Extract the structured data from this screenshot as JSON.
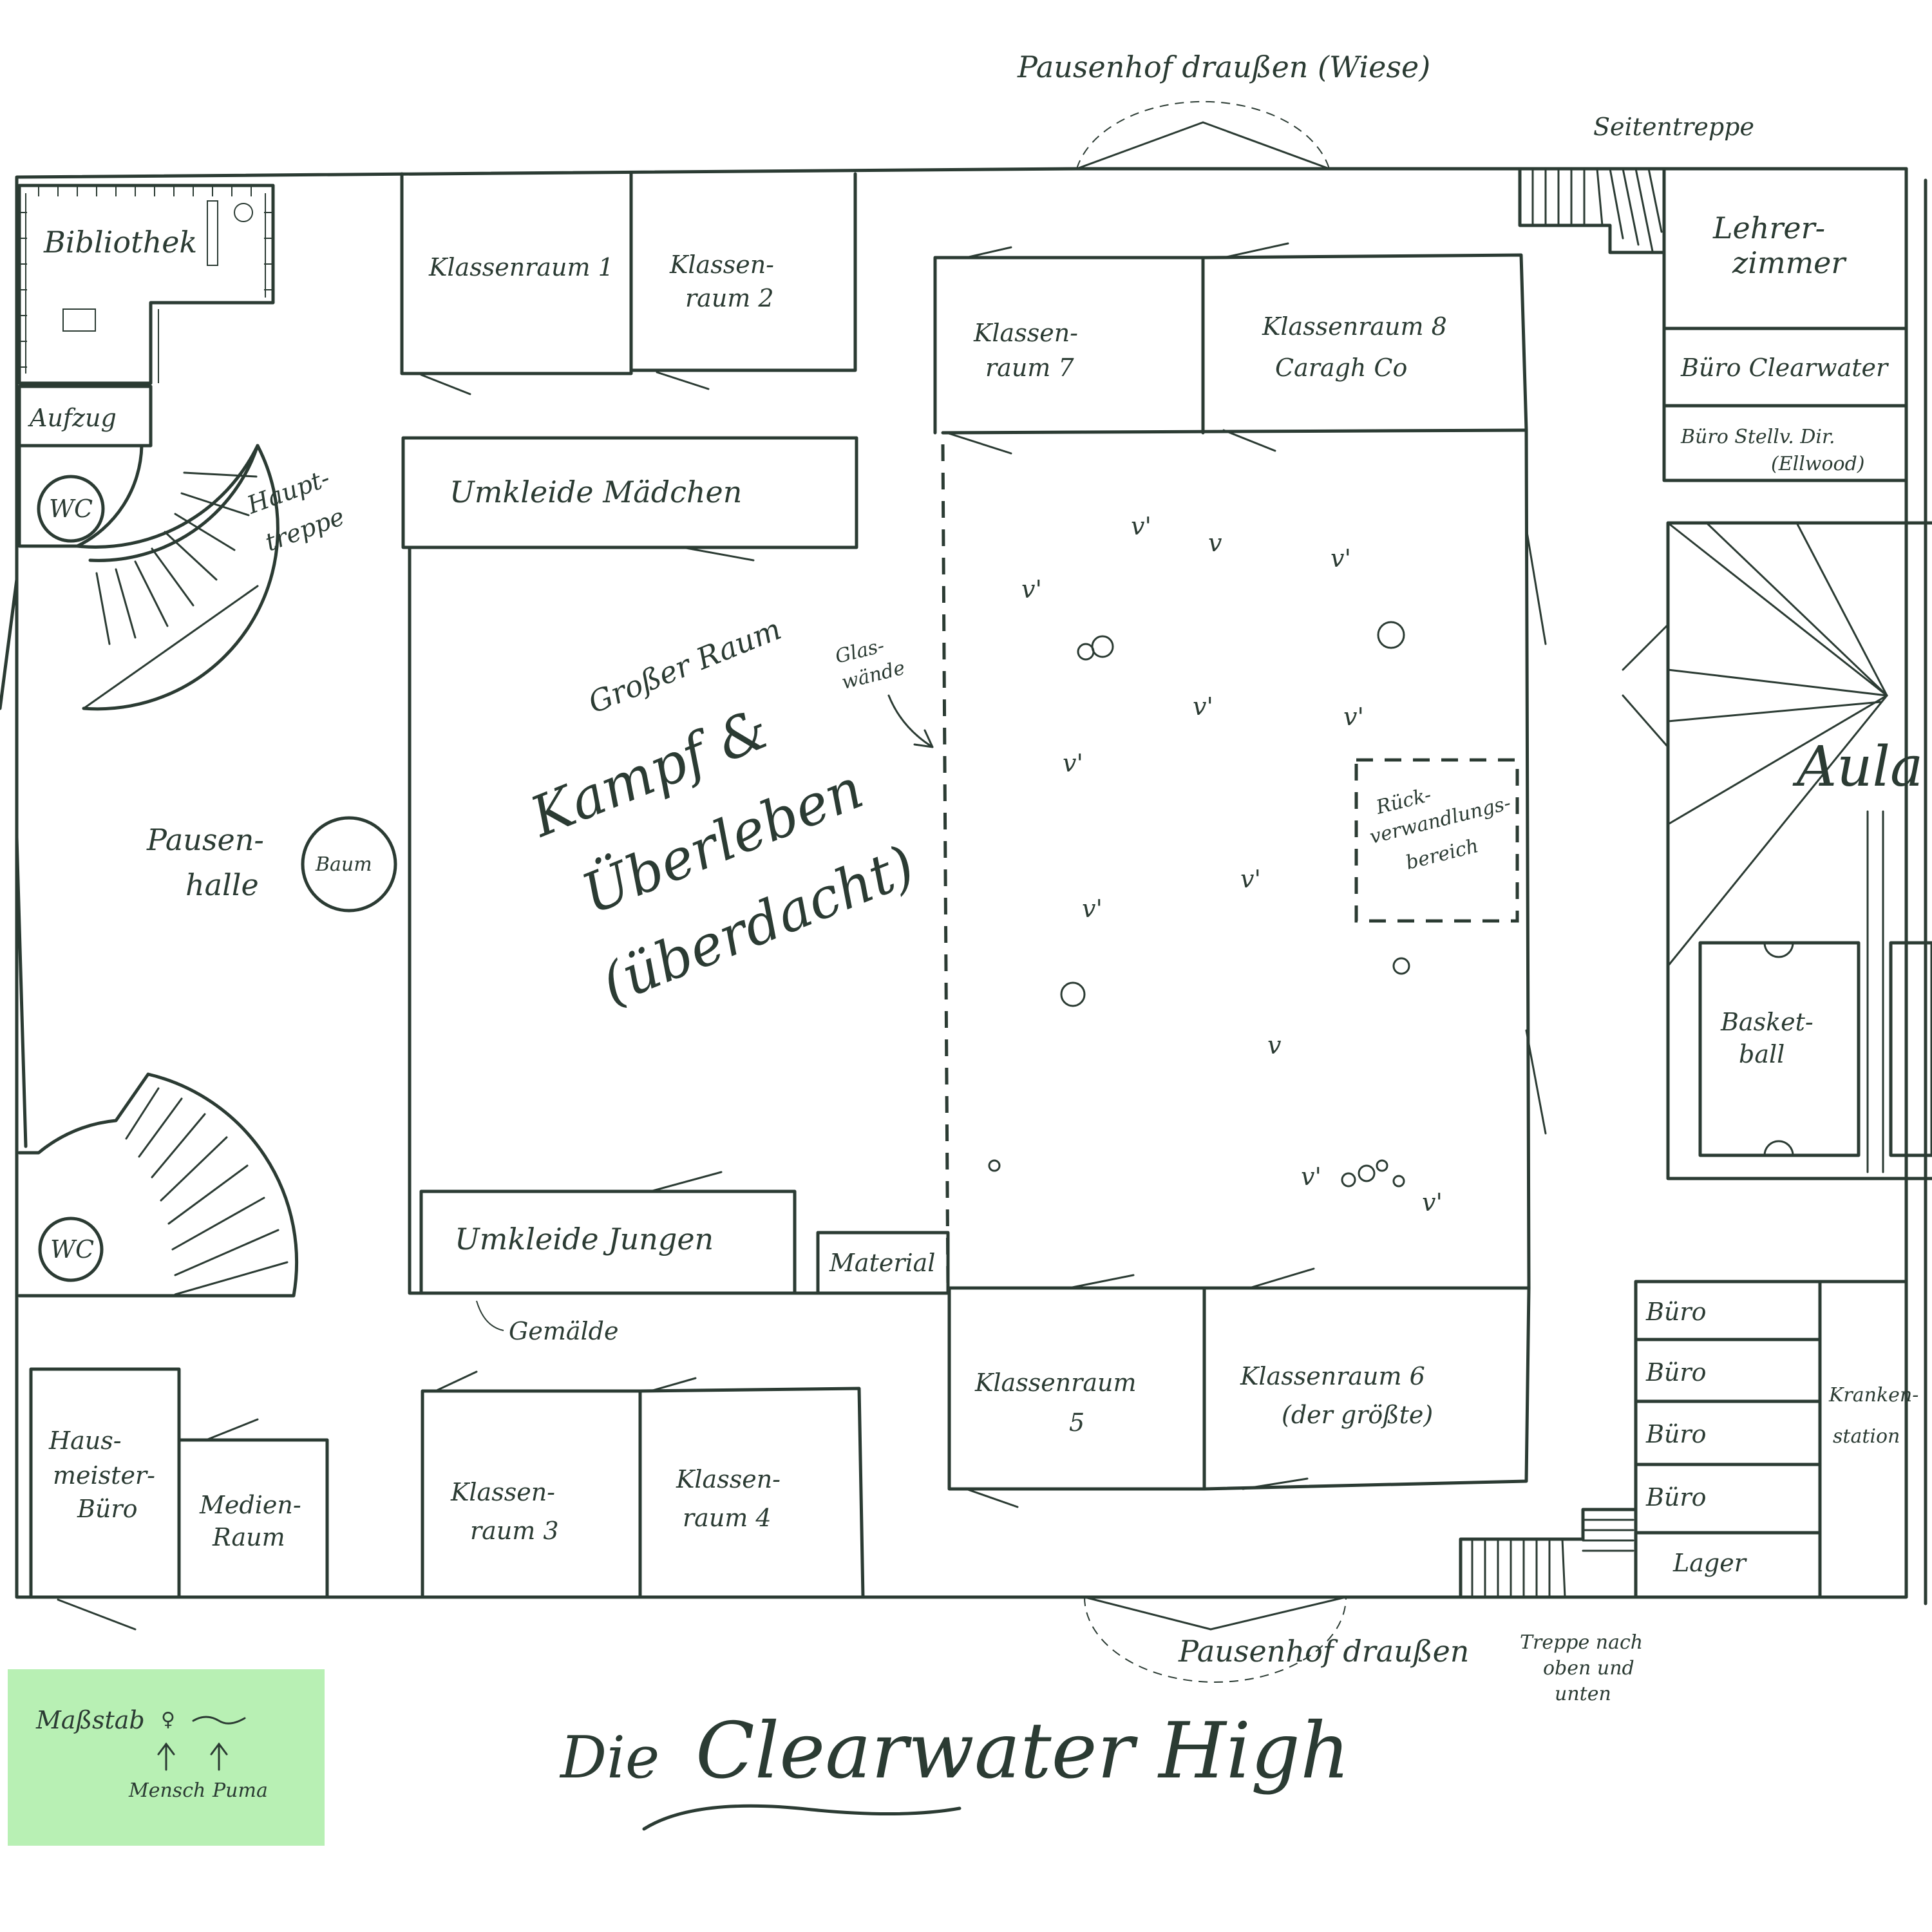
{
  "title": {
    "prefix": "Die",
    "name": "Clearwater High"
  },
  "outside": {
    "yard_top": "Pausenhof draußen (Wiese)",
    "yard_bottom": "Pausenhof draußen",
    "side_stairs": "Seitentreppe",
    "stairs_down": [
      "Treppe nach",
      "oben und",
      "unten"
    ]
  },
  "rooms": {
    "library": "Bibliothek",
    "elevator": "Aufzug",
    "wc": "WC",
    "main_stairs": [
      "Haupt-",
      "treppe"
    ],
    "break_hall": [
      "Pausen-",
      "halle"
    ],
    "tree": "Baum",
    "class1": "Klassenraum 1",
    "class2": [
      "Klassen-",
      "raum 2"
    ],
    "class3": [
      "Klassen-",
      "raum 3"
    ],
    "class4": [
      "Klassen-",
      "raum 4"
    ],
    "class5": [
      "Klassenraum",
      "5"
    ],
    "class6": [
      "Klassenraum 6",
      "(der größte)"
    ],
    "class7": [
      "Klassen-",
      "raum 7"
    ],
    "class8": [
      "Klassenraum 8",
      "Caragh Co"
    ],
    "locker_girls": "Umkleide Mädchen",
    "locker_boys": "Umkleide Jungen",
    "material": "Material",
    "painting": "Gemälde",
    "big_room": [
      "Großer Raum",
      "Kampf &",
      "Überleben",
      "(überdacht)"
    ],
    "glass_wall": [
      "Glas-",
      "wände"
    ],
    "retransform": [
      "Rück-",
      "verwandlungs-",
      "bereich"
    ],
    "teachers": [
      "Lehrer-",
      "zimmer"
    ],
    "office_clearwater": "Büro Clearwater",
    "office_deputy": [
      "Büro Stellv. Dir.",
      "(Ellwood)"
    ],
    "aula": "Aula",
    "basketball": [
      "Basket-",
      "ball"
    ],
    "office": "Büro",
    "storage": "Lager",
    "sick_room": [
      "Kranken-",
      "station"
    ],
    "janitor": [
      "Haus-",
      "meister-",
      "Büro"
    ],
    "media": [
      "Medien-",
      "Raum"
    ]
  },
  "legend": {
    "label": "Maßstab",
    "human": "Mensch",
    "puma": "Puma"
  }
}
